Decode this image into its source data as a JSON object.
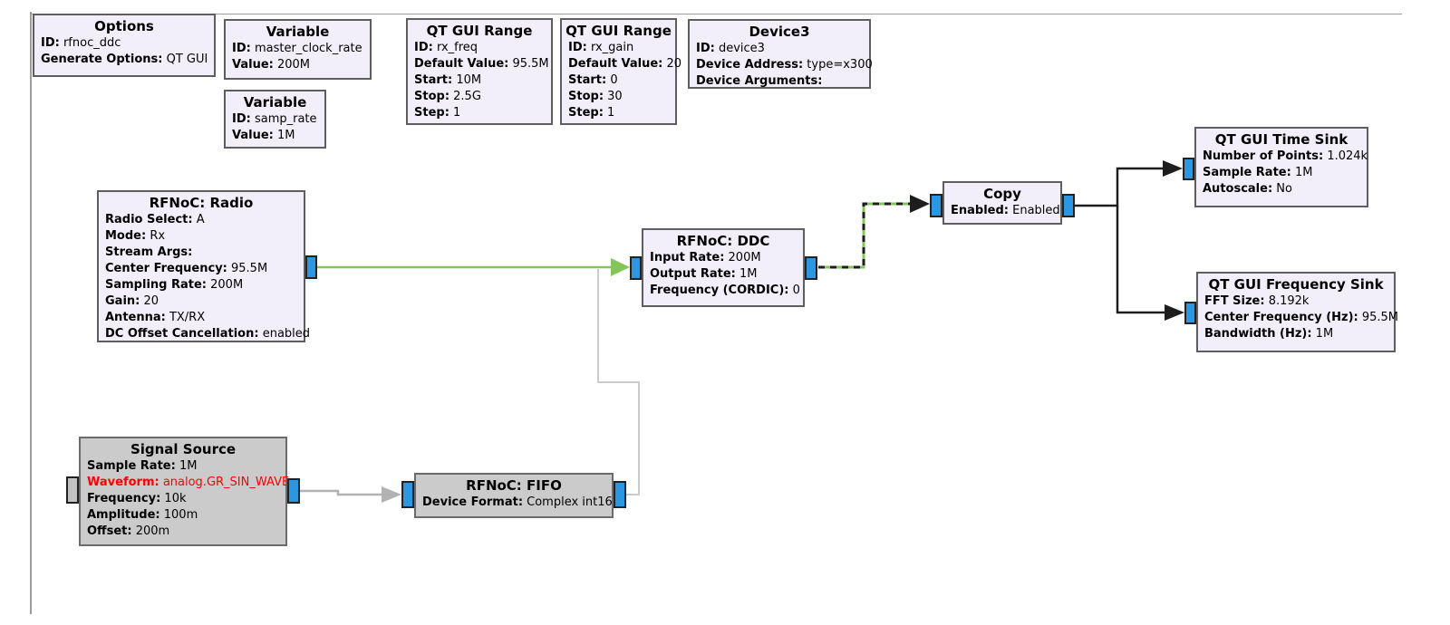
{
  "app": {
    "view": "flowgraph-canvas"
  },
  "colors": {
    "text": "#000000",
    "canvas_bg": "#ffffff",
    "guide_line": "#9c9c9c",
    "block_fill_enabled": "#f2effa",
    "block_border_enabled": "#5e5e5e",
    "block_fill_disabled": "#cbcbcb",
    "block_border_disabled": "#6b6b6b",
    "port_blue": "#2b97e2",
    "port_gray": "#c2c2c2",
    "port_border": "#222222",
    "conn_green": "#84c55b",
    "conn_black": "#1d1d1d",
    "conn_gray": "#b2b2b2",
    "conn_lightgray": "#cbcbcb",
    "error_red": "#ff0000"
  },
  "blocks": {
    "options": {
      "title": "Options",
      "params": [
        {
          "label": "ID:",
          "value": "rfnoc_ddc"
        },
        {
          "label": "Generate Options:",
          "value": "QT GUI"
        }
      ]
    },
    "var_master_clock_rate": {
      "title": "Variable",
      "params": [
        {
          "label": "ID:",
          "value": "master_clock_rate"
        },
        {
          "label": "Value:",
          "value": "200M"
        }
      ]
    },
    "var_samp_rate": {
      "title": "Variable",
      "params": [
        {
          "label": "ID:",
          "value": "samp_rate"
        },
        {
          "label": "Value:",
          "value": "1M"
        }
      ]
    },
    "range_rx_freq": {
      "title": "QT GUI Range",
      "params": [
        {
          "label": "ID:",
          "value": "rx_freq"
        },
        {
          "label": "Default Value:",
          "value": "95.5M"
        },
        {
          "label": "Start:",
          "value": "10M"
        },
        {
          "label": "Stop:",
          "value": "2.5G"
        },
        {
          "label": "Step:",
          "value": "1"
        }
      ]
    },
    "range_rx_gain": {
      "title": "QT GUI Range",
      "params": [
        {
          "label": "ID:",
          "value": "rx_gain"
        },
        {
          "label": "Default Value:",
          "value": "20"
        },
        {
          "label": "Start:",
          "value": "0"
        },
        {
          "label": "Stop:",
          "value": "30"
        },
        {
          "label": "Step:",
          "value": "1"
        }
      ]
    },
    "device3": {
      "title": "Device3",
      "params": [
        {
          "label": "ID:",
          "value": "device3"
        },
        {
          "label": "Device Address:",
          "value": "type=x300"
        },
        {
          "label": "Device Arguments:",
          "value": ""
        }
      ]
    },
    "rfnoc_radio": {
      "title": "RFNoC: Radio",
      "params": [
        {
          "label": "Radio Select:",
          "value": "A"
        },
        {
          "label": "Mode:",
          "value": "Rx"
        },
        {
          "label": "Stream Args:",
          "value": ""
        },
        {
          "label": "Center Frequency:",
          "value": "95.5M"
        },
        {
          "label": "Sampling Rate:",
          "value": "200M"
        },
        {
          "label": "Gain:",
          "value": "20"
        },
        {
          "label": "Antenna:",
          "value": "TX/RX"
        },
        {
          "label": "DC Offset Cancellation:",
          "value": "enabled"
        }
      ]
    },
    "rfnoc_ddc": {
      "title": "RFNoC: DDC",
      "params": [
        {
          "label": "Input Rate:",
          "value": "200M"
        },
        {
          "label": "Output Rate:",
          "value": "1M"
        },
        {
          "label": "Frequency (CORDIC):",
          "value": "0"
        }
      ]
    },
    "copy": {
      "title": "Copy",
      "params": [
        {
          "label": "Enabled:",
          "value": "Enabled"
        }
      ]
    },
    "time_sink": {
      "title": "QT GUI Time Sink",
      "params": [
        {
          "label": "Number of Points:",
          "value": "1.024k"
        },
        {
          "label": "Sample Rate:",
          "value": "1M"
        },
        {
          "label": "Autoscale:",
          "value": "No"
        }
      ]
    },
    "freq_sink": {
      "title": "QT GUI Frequency Sink",
      "params": [
        {
          "label": "FFT Size:",
          "value": "8.192k"
        },
        {
          "label": "Center Frequency (Hz):",
          "value": "95.5M"
        },
        {
          "label": "Bandwidth (Hz):",
          "value": "1M"
        }
      ]
    },
    "signal_source": {
      "title": "Signal Source",
      "params": [
        {
          "label": "Sample Rate:",
          "value": "1M"
        },
        {
          "label": "Waveform:",
          "value": "analog.GR_SIN_WAVE",
          "error": true
        },
        {
          "label": "Frequency:",
          "value": "10k"
        },
        {
          "label": "Amplitude:",
          "value": "100m"
        },
        {
          "label": "Offset:",
          "value": "200m"
        }
      ]
    },
    "rfnoc_fifo": {
      "title": "RFNoC: FIFO",
      "params": [
        {
          "label": "Device Format:",
          "value": "Complex int16"
        }
      ]
    }
  }
}
